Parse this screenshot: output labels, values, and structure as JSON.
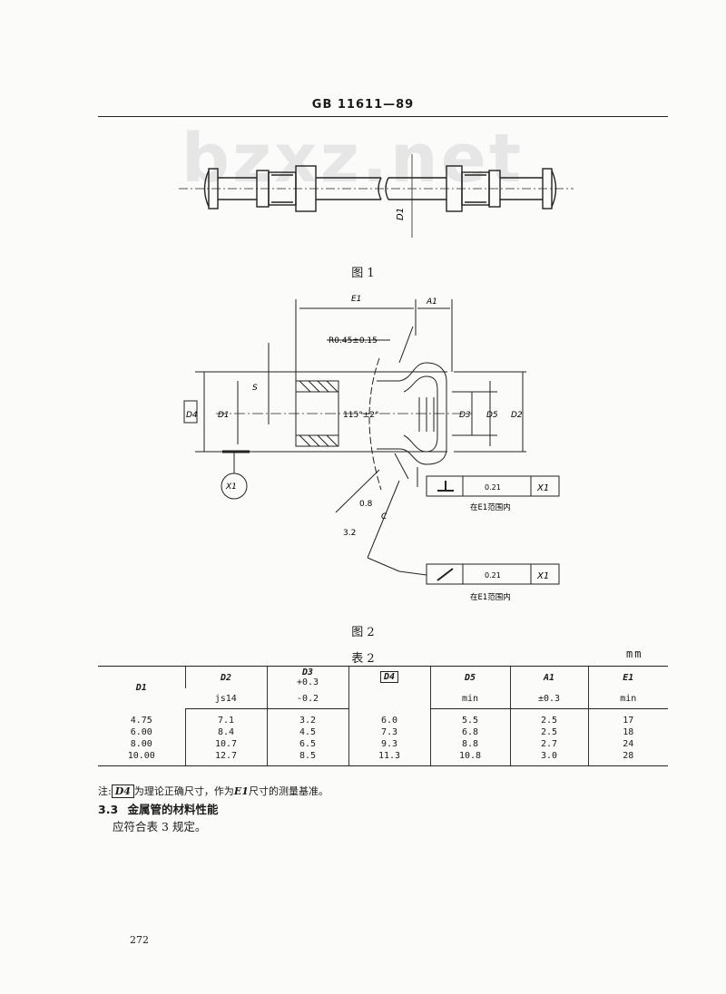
{
  "header": {
    "title": "GB 11611—89"
  },
  "watermark": "bzxz.net",
  "figure1": {
    "caption": "图 1",
    "label_d1": "D1"
  },
  "figure2": {
    "caption": "图 2",
    "labels": {
      "e1": "E1",
      "a1": "A1",
      "radius": "R0.45±0.15",
      "s": "S",
      "d4": "D4",
      "d1": "D1",
      "angle": "115°±2°",
      "d3": "D3",
      "d5": "D5",
      "d2": "D2",
      "x1_datum": "X1",
      "dim_08": "0.8",
      "dim_32": "3.2",
      "c": "C"
    },
    "frame_perpendicularity": {
      "tolerance": "0.21",
      "datum": "X1",
      "note": "在E1范围内"
    },
    "frame_runout": {
      "tolerance": "0.21",
      "datum": "X1",
      "note": "在E1范围内"
    }
  },
  "table": {
    "title": "表 2",
    "unit": "mm",
    "headers": [
      {
        "symbol": "D1",
        "sub": []
      },
      {
        "symbol": "D2",
        "sub": [
          "js14"
        ]
      },
      {
        "symbol": "D3",
        "sub": [
          "+0.3",
          "-0.2"
        ]
      },
      {
        "symbol": "D4",
        "sub": []
      },
      {
        "symbol": "D5",
        "sub": [
          "min"
        ]
      },
      {
        "symbol": "A1",
        "sub": [
          "±0.3"
        ]
      },
      {
        "symbol": "E1",
        "sub": [
          "min"
        ]
      }
    ],
    "rows": [
      [
        "4.75",
        "7.1",
        "3.2",
        "6.0",
        "5.5",
        "2.5",
        "17"
      ],
      [
        "6.00",
        "8.4",
        "4.5",
        "7.3",
        "6.8",
        "2.5",
        "18"
      ],
      [
        "8.00",
        "10.7",
        "6.5",
        "9.3",
        "8.8",
        "2.7",
        "24"
      ],
      [
        "10.00",
        "12.7",
        "8.5",
        "11.3",
        "10.8",
        "3.0",
        "28"
      ]
    ],
    "note": {
      "prefix": "注:",
      "symbol": "D4",
      "text1": "为理论正确尺寸，作为",
      "symbol2": "E1",
      "text2": "尺寸的测量基准。"
    }
  },
  "section": {
    "number": "3.3",
    "heading": "金属管的材料性能",
    "body": "应符合表 3 规定。"
  },
  "page_number": "272"
}
